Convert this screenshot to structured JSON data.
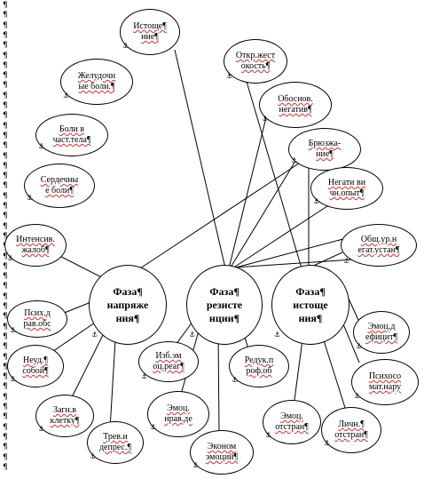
{
  "pilcrow_glyph": "¶",
  "anchor_glyph": "⚓",
  "nodes": [
    {
      "id": "tension",
      "label": "Фаза¶\nнапряже\nния¶",
      "main": true
    },
    {
      "id": "resistance",
      "label": "Фаза¶\nрезисте\nнции¶",
      "main": true
    },
    {
      "id": "exhaustion",
      "label": "Фаза¶\nистоще\nния¶",
      "main": true
    },
    {
      "id": "istoshchenie",
      "label": "Истоще¶\nние¶"
    },
    {
      "id": "zheludok",
      "label": "Желудочн\nые боли.¶"
    },
    {
      "id": "boli_tela",
      "label": "Боли в\nчаст.тела¶"
    },
    {
      "id": "serdechnye",
      "label": "Сердечны\nе боли¶"
    },
    {
      "id": "intensiv",
      "label": "Интенсив.\nжалоб¶"
    },
    {
      "id": "psikh",
      "label": "Псих.д\nрав.обс"
    },
    {
      "id": "neud",
      "label": "Неуд.¶\nсобой¶"
    },
    {
      "id": "zagn",
      "label": "Загн.в\nклетку¶"
    },
    {
      "id": "trev",
      "label": "Трев.и\nдепрес.¶"
    },
    {
      "id": "otkr",
      "label": "Откр.жест\nокость¶"
    },
    {
      "id": "obosnov",
      "label": "Обоснов.\nнегатив¶"
    },
    {
      "id": "bryuzga",
      "label": "Брюзжа-\nние¶"
    },
    {
      "id": "negativ",
      "label": "Негати ви\nчн.опыт¶"
    },
    {
      "id": "obshch",
      "label": "Общ.ур.н\nегат.устан¶"
    },
    {
      "id": "emots_deficit",
      "label": "Эмоц.д\nефицит¶"
    },
    {
      "id": "psikhosomat",
      "label": "Психосо\nмат.нару"
    },
    {
      "id": "lichn",
      "label": "Личн.¶\nотстран¶"
    },
    {
      "id": "emots_otstran",
      "label": "Эмоц.\nотстран¶"
    },
    {
      "id": "redukts",
      "label": "Редук.п\nроф.об"
    },
    {
      "id": "ekonom",
      "label": "Эконом\nэмоций¶"
    },
    {
      "id": "emots_nrav",
      "label": "Эмоц.\nнрав.де"
    },
    {
      "id": "izbir",
      "label": "Изб.эм\nоц.реаг¶"
    }
  ]
}
